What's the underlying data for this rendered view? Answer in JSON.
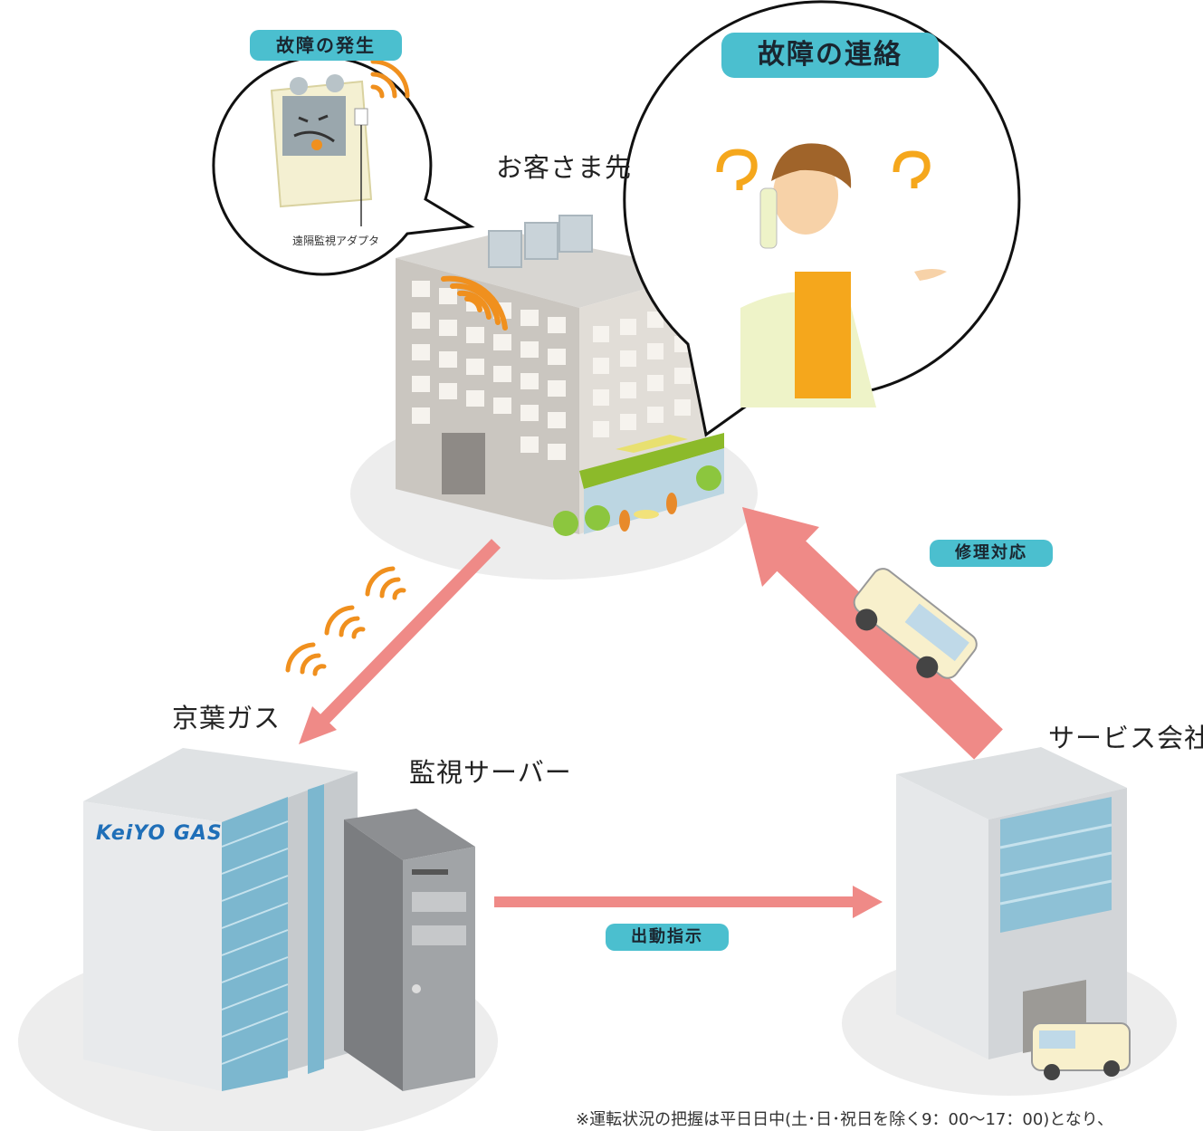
{
  "labels": {
    "customer": "お客さま先",
    "keiyo": "京葉ガス",
    "server": "監視サーバー",
    "service": "サービス会社",
    "adapter": "遠隔監視アダプタ"
  },
  "badges": {
    "failure": "故障の発生",
    "contact": "故障の連絡",
    "repair": "修理対応",
    "dispatch": "出動指示"
  },
  "logo": "KeiYO GAS",
  "footnote": "※運転状況の把握は平日日中(土･日･祝日を除く9：00〜17：00)となり、",
  "colors": {
    "badge": "#4bbfcf",
    "arrow": "#ef8a87",
    "signal": "#f0901e",
    "ground": "#ededed"
  }
}
